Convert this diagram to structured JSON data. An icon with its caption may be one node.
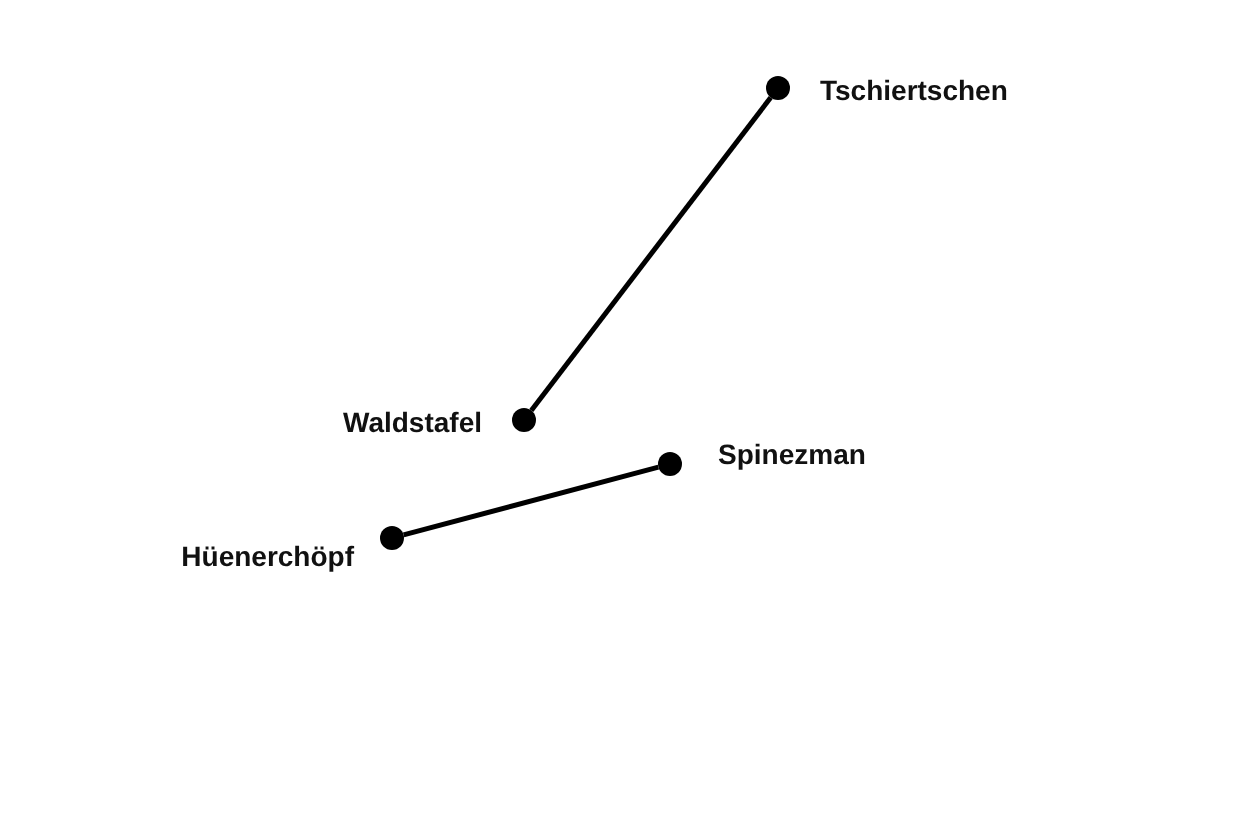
{
  "diagram": {
    "nodes": [
      {
        "text": [],
        "shape": "circle",
        "beside": [
          "Tschiertschen"
        ]
      },
      {
        "text": [],
        "shape": "circle",
        "beside": [
          "Waldstafel"
        ]
      },
      {
        "text": [],
        "shape": "circle",
        "beside": [
          "Spinezman"
        ]
      },
      {
        "text": [],
        "shape": "circle",
        "beside": [
          "Hüenerchöpf"
        ]
      }
    ],
    "edges": [
      {
        "from": 1,
        "to": 0,
        "arrow": "none"
      },
      {
        "from": 3,
        "to": 2,
        "arrow": "none"
      }
    ]
  }
}
